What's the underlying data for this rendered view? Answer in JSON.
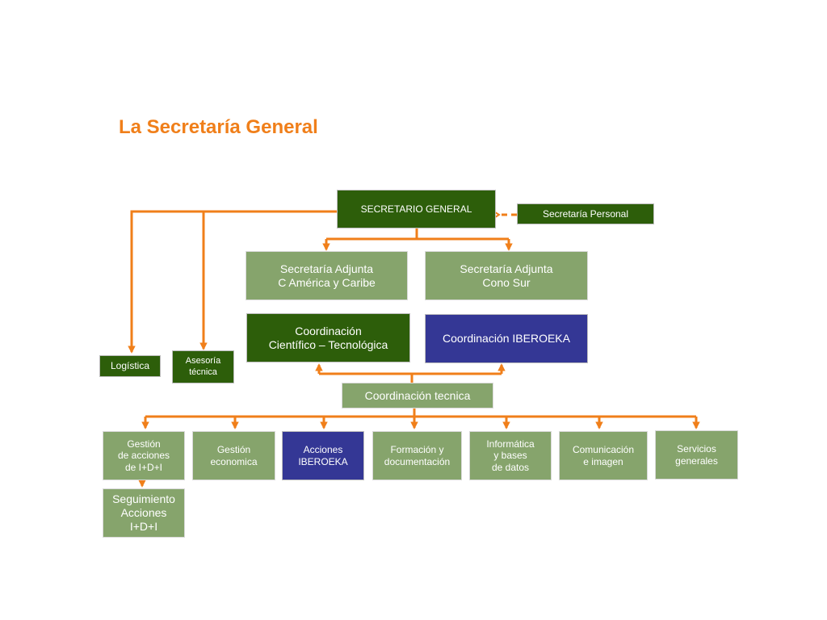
{
  "title": "La Secretaría General",
  "colors": {
    "title": "#f07f1a",
    "connector": "#f07f1a",
    "dark_green": "#2d5e0a",
    "light_green": "#86a46c",
    "blue": "#343795"
  },
  "nodes": {
    "secretario_general": "SECRETARIO GENERAL",
    "secretaria_personal": "Secretaría Personal",
    "adjunta_america": "Secretaría Adjunta\nC América y Caribe",
    "adjunta_cono_sur": "Secretaría Adjunta\nCono Sur",
    "coord_cientifico": "Coordinación\nCientífico – Tecnológica",
    "coord_iberoeka": "Coordinación IBEROEKA",
    "logistica": "Logística",
    "asesoria": "Asesoría\ntécnica",
    "coord_tecnica": "Coordinación tecnica",
    "gestion_acciones": "Gestión\nde acciones\nde I+D+I",
    "gestion_economica": "Gestión\neconomica",
    "acciones_iberoeka": "Acciones\nIBEROEKA",
    "formacion": "Formación y\ndocumentación",
    "informatica": "Informática\ny bases\nde datos",
    "comunicacion": "Comunicación\ne imagen",
    "servicios": "Servicios\ngenerales",
    "seguimiento": "Seguimiento\nAcciones\nI+D+I"
  }
}
